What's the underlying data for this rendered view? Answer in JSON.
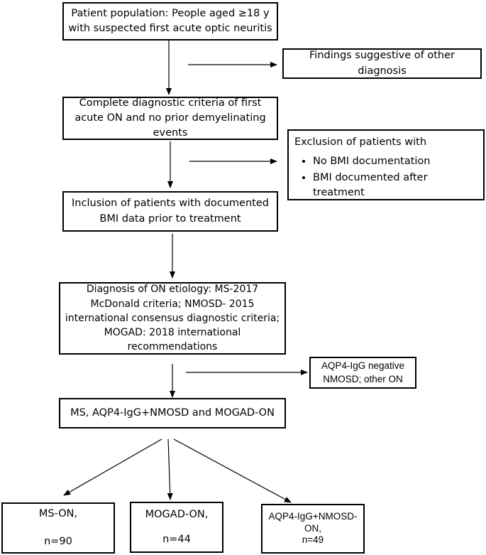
{
  "population": "Patient population: People aged ≥18 y with suspected first acute optic neuritis",
  "other_diagnosis": "Findings suggestive of other diagnosis",
  "criteria": "Complete diagnostic criteria of first acute ON and no prior demyelinating events",
  "exclusion": {
    "title": "Exclusion of patients with",
    "items": [
      "No BMI documentation",
      "BMI documented after treatment"
    ]
  },
  "inclusion": "Inclusion of patients with documented BMI data prior to treatment",
  "diagnosis": "Diagnosis of ON etiology: MS-2017 McDonald criteria; NMOSD- 2015 international consensus diagnostic criteria; MOGAD: 2018 international recommendations",
  "aqp4_negative": "AQP4-IgG negative NMOSD; other ON",
  "groups_box": "MS, AQP4-IgG+NMOSD and MOGAD-ON",
  "groups": [
    {
      "label": "MS-ON,",
      "n": "n=90"
    },
    {
      "label": "MOGAD-ON,",
      "n": "n=44"
    },
    {
      "label": "AQP4-IgG+NMOSD-ON,",
      "n": "n=49"
    }
  ]
}
